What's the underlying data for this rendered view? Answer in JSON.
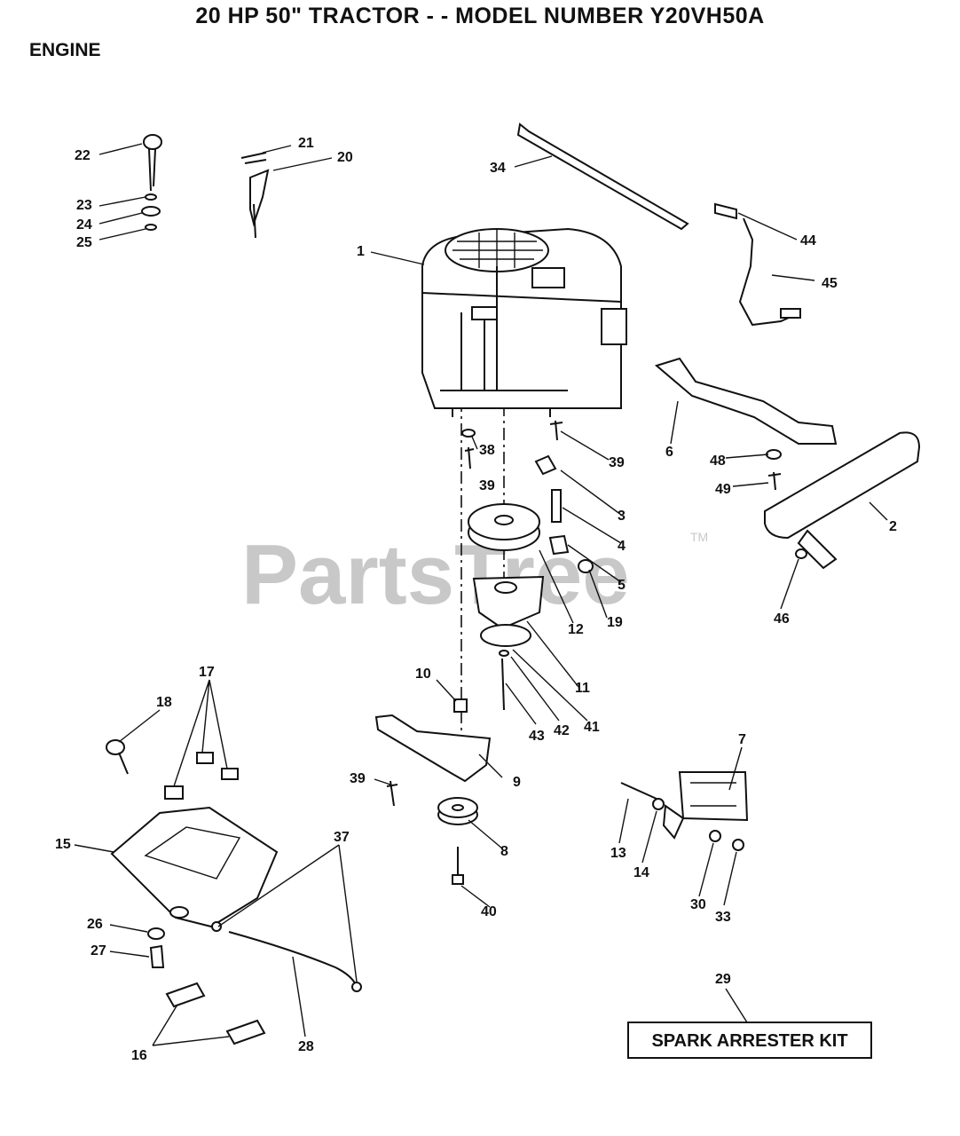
{
  "title": "20 HP 50\" TRACTOR - - MODEL NUMBER Y20VH50A",
  "section": "ENGINE",
  "watermark": {
    "text": "PartsTree",
    "trademark": "TM"
  },
  "kit_label": "SPARK ARRESTER KIT",
  "callouts": [
    "22",
    "21",
    "20",
    "23",
    "24",
    "25",
    "34",
    "44",
    "1",
    "45",
    "6",
    "2",
    "48",
    "49",
    "38",
    "39",
    "39",
    "3",
    "4",
    "5",
    "12",
    "19",
    "46",
    "11",
    "10",
    "42",
    "41",
    "43",
    "9",
    "39",
    "17",
    "18",
    "7",
    "15",
    "37",
    "8",
    "13",
    "14",
    "30",
    "33",
    "40",
    "26",
    "27",
    "28",
    "16",
    "29"
  ]
}
